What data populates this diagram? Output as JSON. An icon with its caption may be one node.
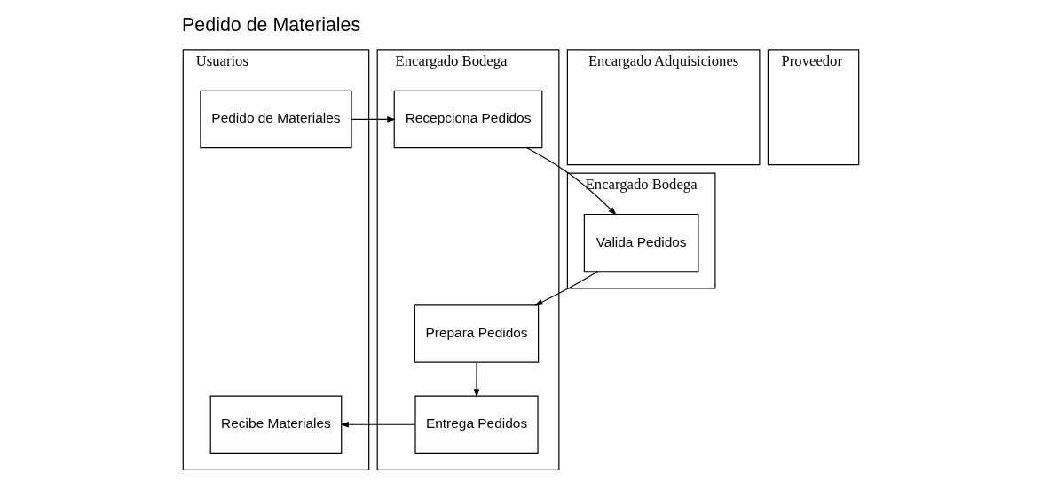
{
  "diagram": {
    "title": "Pedido de Materiales",
    "nodes": [
      {
        "text": [
          "Usuarios"
        ]
      },
      {
        "text": [
          "Encargado Bodega"
        ]
      },
      {
        "text": [
          "Encargado Bodega"
        ]
      },
      {
        "text": [
          "Encargado Adquisiciones"
        ]
      },
      {
        "text": [
          "Proveedor"
        ]
      },
      {
        "text": [
          "Pedido de Materiales"
        ],
        "in": 0
      },
      {
        "text": [
          "Recepciona Pedidos"
        ],
        "in": 1
      },
      {
        "text": [
          "Valida Pedidos"
        ],
        "in": 2
      },
      {
        "text": [
          "Prepara Pedidos"
        ],
        "in": 1
      },
      {
        "text": [
          "Recibe Materiales"
        ],
        "in": 0
      },
      {
        "text": [
          "Entrega Pedidos"
        ],
        "in": 1
      }
    ],
    "edges": [
      {
        "from": 5,
        "to": 6,
        "arrow": "to"
      },
      {
        "from": 6,
        "to": 7,
        "arrow": "to"
      },
      {
        "from": 7,
        "to": 8,
        "arrow": "to"
      },
      {
        "from": 8,
        "to": 10,
        "arrow": "to"
      },
      {
        "from": 10,
        "to": 9,
        "arrow": "to"
      }
    ]
  }
}
